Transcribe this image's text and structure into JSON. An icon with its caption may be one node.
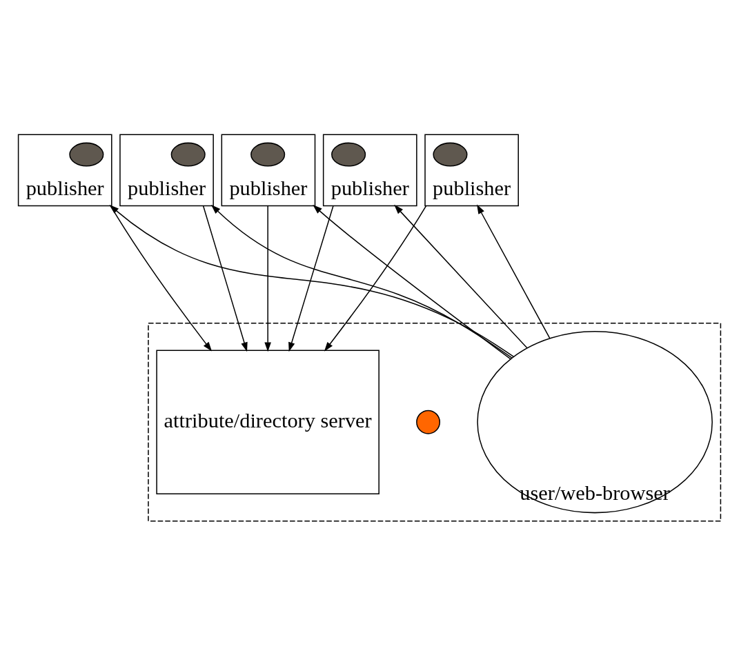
{
  "diagram": {
    "nodes": [
      {
        "text": [
          "publisher"
        ]
      },
      {
        "text": [],
        "shape": "ellipse",
        "in": 0
      },
      {
        "text": [
          "publisher"
        ]
      },
      {
        "text": [],
        "shape": "ellipse",
        "in": 2
      },
      {
        "text": [
          "publisher"
        ]
      },
      {
        "text": [],
        "shape": "ellipse",
        "in": 4
      },
      {
        "text": [
          "publisher"
        ]
      },
      {
        "text": [],
        "shape": "ellipse",
        "in": 6
      },
      {
        "text": [
          "publisher"
        ]
      },
      {
        "text": [],
        "shape": "ellipse",
        "in": 8
      },
      {
        "text": [],
        "shape": "box"
      },
      {
        "text": [
          "user/web-browser"
        ],
        "in": 10
      },
      {
        "text": [],
        "shape": "circle",
        "in": 10
      },
      {
        "text": [
          "attribute/directory server"
        ],
        "in": 10
      }
    ],
    "edges": [
      {
        "from": 11,
        "to": 0,
        "arrow": "to"
      },
      {
        "from": 11,
        "to": 2,
        "arrow": "to"
      },
      {
        "from": 11,
        "to": 4,
        "arrow": "to"
      },
      {
        "from": 11,
        "to": 6,
        "arrow": "to"
      },
      {
        "from": 11,
        "to": 8,
        "arrow": "to"
      },
      {
        "from": 0,
        "to": 13,
        "arrow": "to"
      },
      {
        "from": 2,
        "to": 13,
        "arrow": "to"
      },
      {
        "from": 4,
        "to": 13,
        "arrow": "to"
      },
      {
        "from": 6,
        "to": 13,
        "arrow": "to"
      },
      {
        "from": 8,
        "to": 13,
        "arrow": "to"
      }
    ]
  }
}
